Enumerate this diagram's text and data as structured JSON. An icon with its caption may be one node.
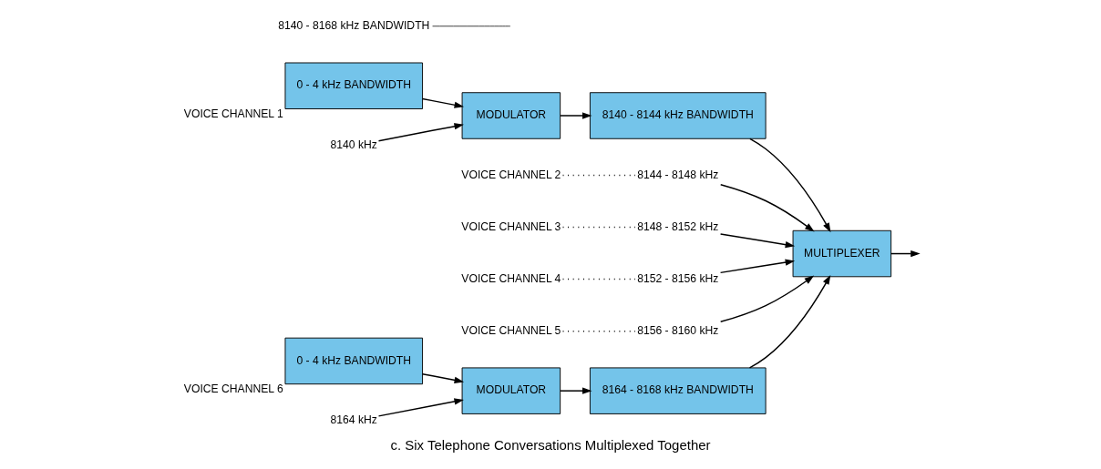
{
  "diagram": {
    "caption": "c. Six Telephone Conversations Multiplexed Together",
    "nodes": [
      {
        "text": [
          "0 - 4 kHz BANDWIDTH"
        ],
        "beside": [
          "VOICE CHANNEL 1"
        ]
      },
      {
        "text": [
          "MODULATOR"
        ]
      },
      {
        "text": [
          "8140 - 8144 kHz BANDWIDTH"
        ]
      },
      {
        "text": [
          "8140 kHz"
        ]
      },
      {
        "text": [
          "MULTIPLEXER"
        ]
      },
      {
        "text": [
          "VOICE CHANNEL 2"
        ]
      },
      {
        "text": [
          "8144 - 8148 kHz"
        ]
      },
      {
        "text": [
          "VOICE CHANNEL 3"
        ]
      },
      {
        "text": [
          "8148 - 8152 kHz"
        ]
      },
      {
        "text": [
          "VOICE CHANNEL 4"
        ]
      },
      {
        "text": [
          "8152 - 8156 kHz"
        ]
      },
      {
        "text": [
          "VOICE CHANNEL 5"
        ]
      },
      {
        "text": [
          "8156 - 8160 kHz"
        ]
      },
      {
        "text": [
          "0 - 4 kHz BANDWIDTH"
        ],
        "beside": [
          "VOICE CHANNEL 6"
        ]
      },
      {
        "text": [
          "MODULATOR"
        ]
      },
      {
        "text": [
          "8164 - 8168 kHz BANDWIDTH"
        ]
      },
      {
        "text": [
          "8164 kHz"
        ]
      },
      {
        "text": [
          "8140 - 8168 kHz BANDWIDTH"
        ]
      }
    ],
    "edges": [
      {
        "from": 0,
        "to": 1,
        "arrow": "to"
      },
      {
        "from": 1,
        "to": 2,
        "arrow": "to"
      },
      {
        "from": 3,
        "to": 1,
        "arrow": "to"
      },
      {
        "from": 2,
        "to": 4,
        "arrow": "to"
      },
      {
        "from": 5,
        "to": 6,
        "arrow": "none",
        "style": "dashed"
      },
      {
        "from": 6,
        "to": 4,
        "arrow": "to"
      },
      {
        "from": 7,
        "to": 8,
        "arrow": "none",
        "style": "dashed"
      },
      {
        "from": 8,
        "to": 4,
        "arrow": "to"
      },
      {
        "from": 9,
        "to": 10,
        "arrow": "none",
        "style": "dashed"
      },
      {
        "from": 10,
        "to": 4,
        "arrow": "to"
      },
      {
        "from": 11,
        "to": 12,
        "arrow": "none",
        "style": "dashed"
      },
      {
        "from": 12,
        "to": 4,
        "arrow": "to"
      },
      {
        "from": 13,
        "to": 14,
        "arrow": "to"
      },
      {
        "from": 14,
        "to": 15,
        "arrow": "to"
      },
      {
        "from": 16,
        "to": 14,
        "arrow": "to"
      },
      {
        "from": 15,
        "to": 4,
        "arrow": "to"
      },
      {
        "from": 4,
        "to": null,
        "arrow": "to"
      },
      {
        "from": 17,
        "to": null,
        "arrow": "none"
      }
    ]
  }
}
